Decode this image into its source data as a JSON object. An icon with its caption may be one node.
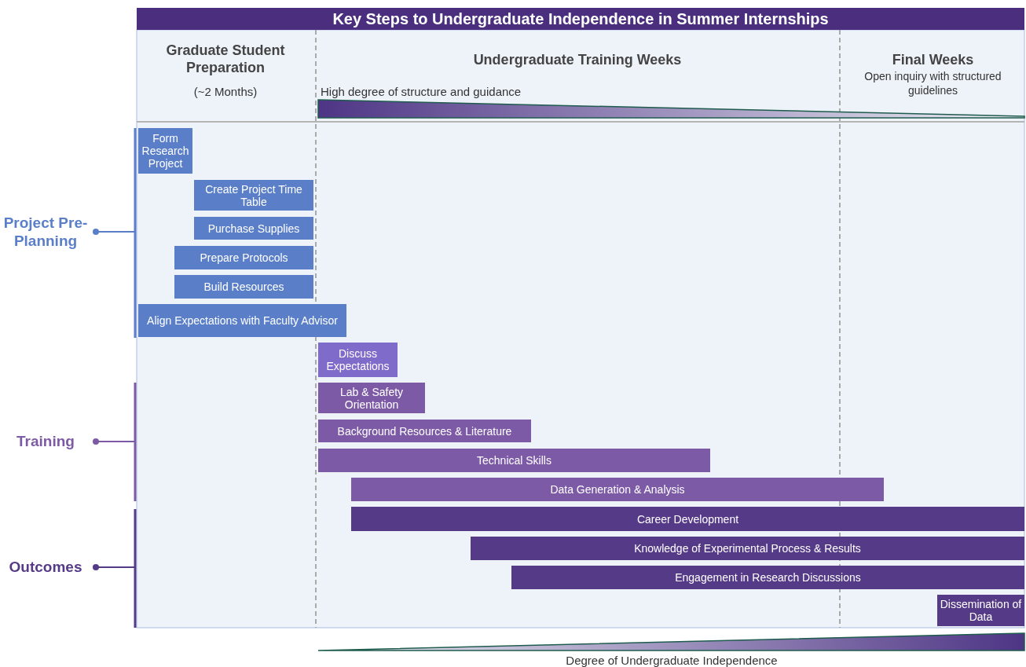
{
  "diagram": {
    "title": "Key Steps to Undergraduate Independence in Summer Internships",
    "nodes": [
      {
        "text": [
          "Project Pre-Planning"
        ]
      },
      {
        "text": [
          "Training"
        ]
      },
      {
        "text": [
          "Outcomes"
        ]
      },
      {
        "text": [
          "Form Research Project"
        ]
      },
      {
        "text": [
          "Create Project Time Table"
        ]
      },
      {
        "text": [
          "Purchase Supplies"
        ]
      },
      {
        "text": [
          "Prepare Protocols"
        ]
      },
      {
        "text": [
          "Build Resources"
        ]
      },
      {
        "text": [
          "Align Expectations with Faculty Advisor"
        ]
      },
      {
        "text": [
          "Discuss Expectations"
        ]
      },
      {
        "text": [
          "Lab & Safety Orientation"
        ]
      },
      {
        "text": [
          "Background Resources & Literature"
        ]
      },
      {
        "text": [
          "Technical Skills"
        ]
      },
      {
        "text": [
          "Data Generation & Analysis"
        ]
      },
      {
        "text": [
          "Career Development"
        ]
      },
      {
        "text": [
          "Knowledge of Experimental Process & Results"
        ]
      },
      {
        "text": [
          "Engagement in Research Discussions"
        ]
      },
      {
        "text": [
          "Dissemination of Data"
        ]
      }
    ],
    "labels": [
      "Graduate Student Preparation",
      "(~2 Months)",
      "Undergraduate Training Weeks",
      "Final Weeks",
      "Open inquiry with structured guidelines",
      "High degree of structure and guidance",
      "Degree of Undergraduate Independence"
    ]
  }
}
